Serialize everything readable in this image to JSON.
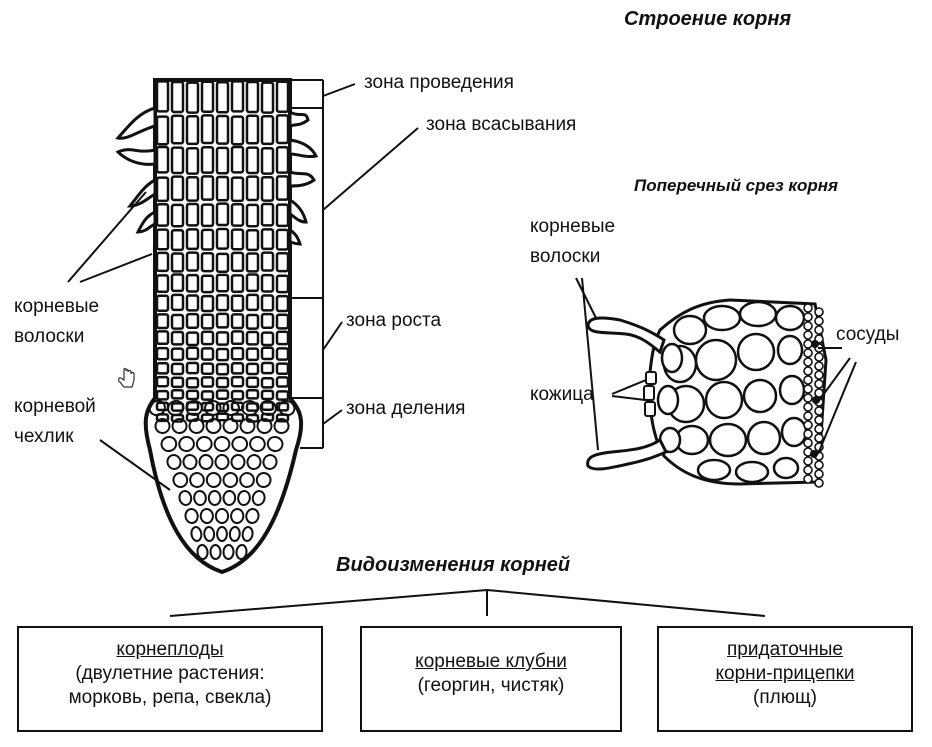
{
  "titles": {
    "root_structure": "Строение корня",
    "cross_section": "Поперечный срез корня",
    "modifications": "Видоизменения корней"
  },
  "zones": {
    "conduction": "зона проведения",
    "absorption": "зона всасывания",
    "growth": "зона роста",
    "division": "зона деления"
  },
  "labels": {
    "root_hairs_line1": "корневые",
    "root_hairs_line2": "волоски",
    "root_cap_line1": "корневой",
    "root_cap_line2": "чехлик",
    "cs_root_hairs_line1": "корневые",
    "cs_root_hairs_line2": "волоски",
    "skin": "кожица",
    "vessels": "сосуды"
  },
  "boxes": [
    {
      "heading": "корнеплоды",
      "line1": "(двулетние растения:",
      "line2": "морковь, репа, свекла)"
    },
    {
      "heading": "корневые клубни",
      "line1": "(георгин, чистяк)",
      "line2": ""
    },
    {
      "heading": "придаточные",
      "heading2": "корни-прицепки",
      "line1": "(плющ)"
    }
  ]
}
